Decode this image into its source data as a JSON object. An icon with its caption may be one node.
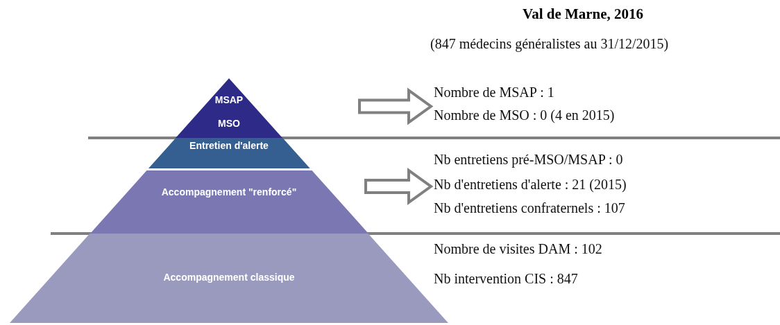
{
  "diagram": {
    "title": "Val de Marne, 2016",
    "nodes": [
      {
        "text": [
          "MSAP",
          "MSO"
        ]
      },
      {
        "text": [
          "Entretien d'alerte"
        ]
      },
      {
        "text": [
          "Accompagnement \"renforcé\""
        ]
      },
      {
        "text": [
          "Accompagnement classique"
        ]
      },
      {
        "text": [
          "Nombre de MSAP : 1",
          "Nombre de MSO : 0 (4 en 2015)"
        ]
      },
      {
        "text": [
          "Nb entretiens pré-MSO/MSAP : 0",
          "Nb d'entretiens d'alerte : 21 (2015)",
          "Nb d'entretiens confraternels : 107"
        ]
      }
    ],
    "edges": [
      {
        "from": null,
        "to": 4,
        "arrow": "to"
      },
      {
        "from": null,
        "to": 5,
        "arrow": "to"
      }
    ],
    "labels": [
      "(847 médecins généralistes au 31/12/2015)",
      "Nombre de visites DAM : 102",
      "Nb intervention CIS : 847"
    ]
  }
}
